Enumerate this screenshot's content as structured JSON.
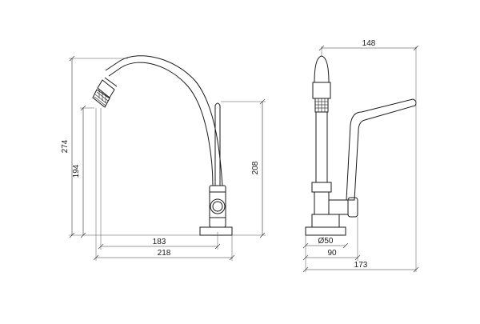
{
  "dimensions": {
    "side_view": {
      "total_height": "274",
      "outlet_height": "194",
      "handle_height": "208",
      "spout_reach": "183",
      "total_reach": "218"
    },
    "front_view": {
      "total_width": "148",
      "base_diameter": "Ø50",
      "body_width": "90",
      "overall_width": "173"
    }
  },
  "colors": {
    "line": "#1a1a1a",
    "background": "#ffffff"
  }
}
